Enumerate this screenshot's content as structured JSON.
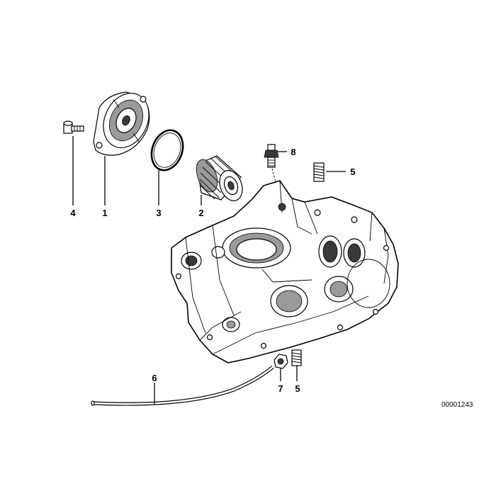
{
  "diagram": {
    "figure_number": "00001243",
    "callouts": [
      {
        "id": "c4",
        "label": "4"
      },
      {
        "id": "c1",
        "label": "1"
      },
      {
        "id": "c3",
        "label": "3"
      },
      {
        "id": "c2",
        "label": "2"
      },
      {
        "id": "c8",
        "label": "8"
      },
      {
        "id": "c5a",
        "label": "5"
      },
      {
        "id": "c6",
        "label": "6"
      },
      {
        "id": "c7",
        "label": "7"
      },
      {
        "id": "c5b",
        "label": "5"
      }
    ],
    "parts": [
      {
        "name": "bolt",
        "icon": "bolt-icon"
      },
      {
        "name": "oil-filter-cover",
        "icon": "cover-icon"
      },
      {
        "name": "o-ring",
        "icon": "o-ring-icon"
      },
      {
        "name": "oil-filter",
        "icon": "filter-icon"
      },
      {
        "name": "pressure-switch",
        "icon": "switch-icon"
      },
      {
        "name": "stud",
        "icon": "stud-icon"
      },
      {
        "name": "hose",
        "icon": "hose-icon"
      },
      {
        "name": "nut",
        "icon": "nut-icon"
      },
      {
        "name": "engine-housing",
        "icon": "crankcase-icon"
      }
    ]
  }
}
